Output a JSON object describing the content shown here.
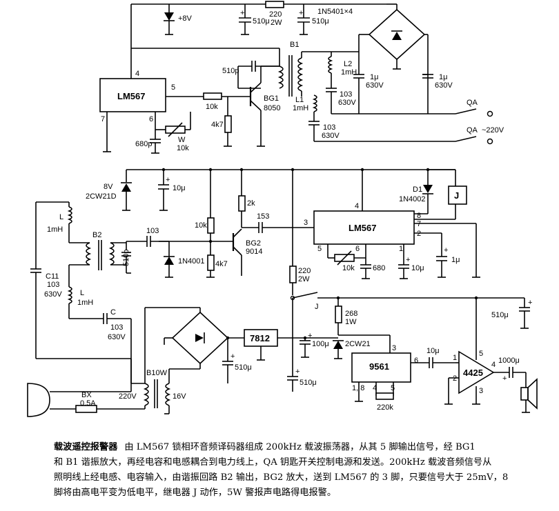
{
  "labels": {
    "v8_top": "+8V",
    "c510_1": "510μ",
    "r220_top": "220",
    "r220_top_w": "2W",
    "c510_2": "510μ",
    "bridge_top": "1N5401×4",
    "b1": "B1",
    "lm567_top": "LM567",
    "pin4_top": "4",
    "pin5_top": "5",
    "pin7_top": "7",
    "pin6_top": "6",
    "c510p": "510p",
    "l2": "L2",
    "l2_val": "1mH",
    "l1": "L1",
    "l1_val": "1mH",
    "c1u_a": "1μ",
    "c1u_a_v": "630V",
    "c1u_b": "1μ",
    "c1u_b_v": "630V",
    "c103_a": "103",
    "c103_a_v": "630V",
    "c103_b": "103",
    "c103_b_v": "630V",
    "bg1": "BG1",
    "bg1_type": "8050",
    "r10k_top": "10k",
    "r4k7_top": "4k7",
    "c680p": "680p",
    "w": "W",
    "w_val": "10k",
    "qa1": "QA",
    "qa2": "QA",
    "v220": "~220V",
    "zener_v": "8V",
    "zener_type": "2CW21D",
    "c10u_a": "10μ",
    "d1": "D1",
    "d1_type": "1N4002",
    "relay_j": "J",
    "r2k": "2k",
    "r10k_mid": "10k",
    "c153": "153",
    "pin3_mid": "3",
    "pin4_mid": "4",
    "pin8_mid": "8",
    "pin7_mid": "7",
    "pin2_mid": "2",
    "pin5_mid": "5",
    "pin6_mid": "6",
    "pin1_mid": "1",
    "lm567_mid": "LM567",
    "l_a": "L",
    "l_a_val": "1mH",
    "b2": "B2",
    "c103_mid": "103",
    "c510p_b": "510p",
    "d1n4001": "1N4001",
    "r4k7_mid": "4k7",
    "bg2": "BG2",
    "bg2_type": "9014",
    "c10k_pot": "10k",
    "c680": "680",
    "c10u_b": "10μ",
    "c1u_c": "1μ",
    "c11": "C11",
    "c11_val": "103",
    "c11_v": "630V",
    "l_b": "L",
    "l_b_val": "1mH",
    "c_lbl": "C",
    "c_val": "103",
    "c_v": "630V",
    "r220_mid": "220",
    "r220_mid_w": "2W",
    "j_sw": "J",
    "r268": "268",
    "r268_w": "1W",
    "c510u_right": "510μ",
    "reg7812": "7812",
    "c100u": "100μ",
    "zener2": "2CW21",
    "c510u_a": "510μ",
    "c510u_b": "510μ",
    "b10w": "B10W",
    "v16": "16V",
    "v220_b": "220V",
    "bx": "BX",
    "bx_val": "0.5A",
    "ic9561": "9561",
    "pin18": "1, 8",
    "pin4_9561": "4",
    "pin5_9561": "5",
    "pin3_9561": "3",
    "pin6_9561": "6",
    "r220k": "220k",
    "c10u_c": "10μ",
    "amp4425": "4425",
    "pin1_amp": "1",
    "pin2_amp": "2",
    "pin3_amp": "3",
    "pin4_amp": "4",
    "pin5_amp": "5",
    "c1000u": "1000μ"
  },
  "caption": {
    "title": "载波遥控报警器",
    "line1": "由 LM567 锁相环音频译码器组成 200kHz 载波振荡器，从其 5 脚输出信号，经 BG1",
    "line2": "和 B1 谐振放大，再经电容和电感耦合到电力线上，QA 钥匙开关控制电源和发送。200kHz 载波音频信号从",
    "line3": "照明线上经电感、电容输入，由谐振回路 B2 输出，BG2 放大，送到 LM567 的 3 脚，只要信号大于 25mV，8",
    "line4": "脚将由高电平变为低电平，继电器 J 动作，5W 警报声电路得电报警。"
  }
}
